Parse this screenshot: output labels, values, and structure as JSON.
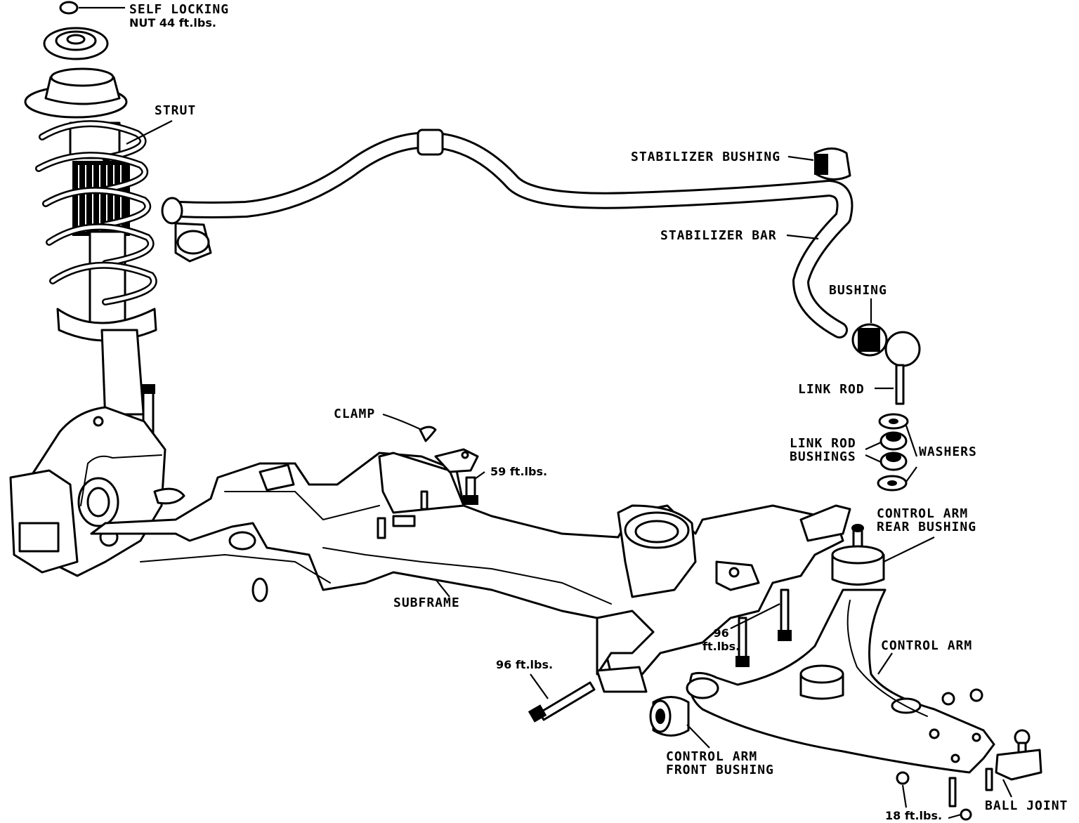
{
  "labels": {
    "self_locking_nut": [
      "SELF LOCKING",
      "NUT 44 ft.lbs."
    ],
    "strut": "STRUT",
    "stabilizer_bushing": "STABILIZER BUSHING",
    "stabilizer_bar": "STABILIZER BAR",
    "bushing": "BUSHING",
    "link_rod": "LINK ROD",
    "link_rod_bushings": [
      "LINK ROD",
      "BUSHINGS"
    ],
    "washers": "WASHERS",
    "clamp": "CLAMP",
    "torque_59": "59 ft.lbs.",
    "control_arm_rear_bushing": [
      "CONTROL ARM",
      "REAR BUSHING"
    ],
    "subframe": "SUBFRAME",
    "torque_96_center": [
      "96",
      "ft.lbs."
    ],
    "control_arm": "CONTROL ARM",
    "torque_96_left": "96 ft.lbs.",
    "control_arm_front_bushing": [
      "CONTROL ARM",
      "FRONT BUSHING"
    ],
    "torque_18": "18 ft.lbs.",
    "ball_joint": "BALL JOINT"
  }
}
